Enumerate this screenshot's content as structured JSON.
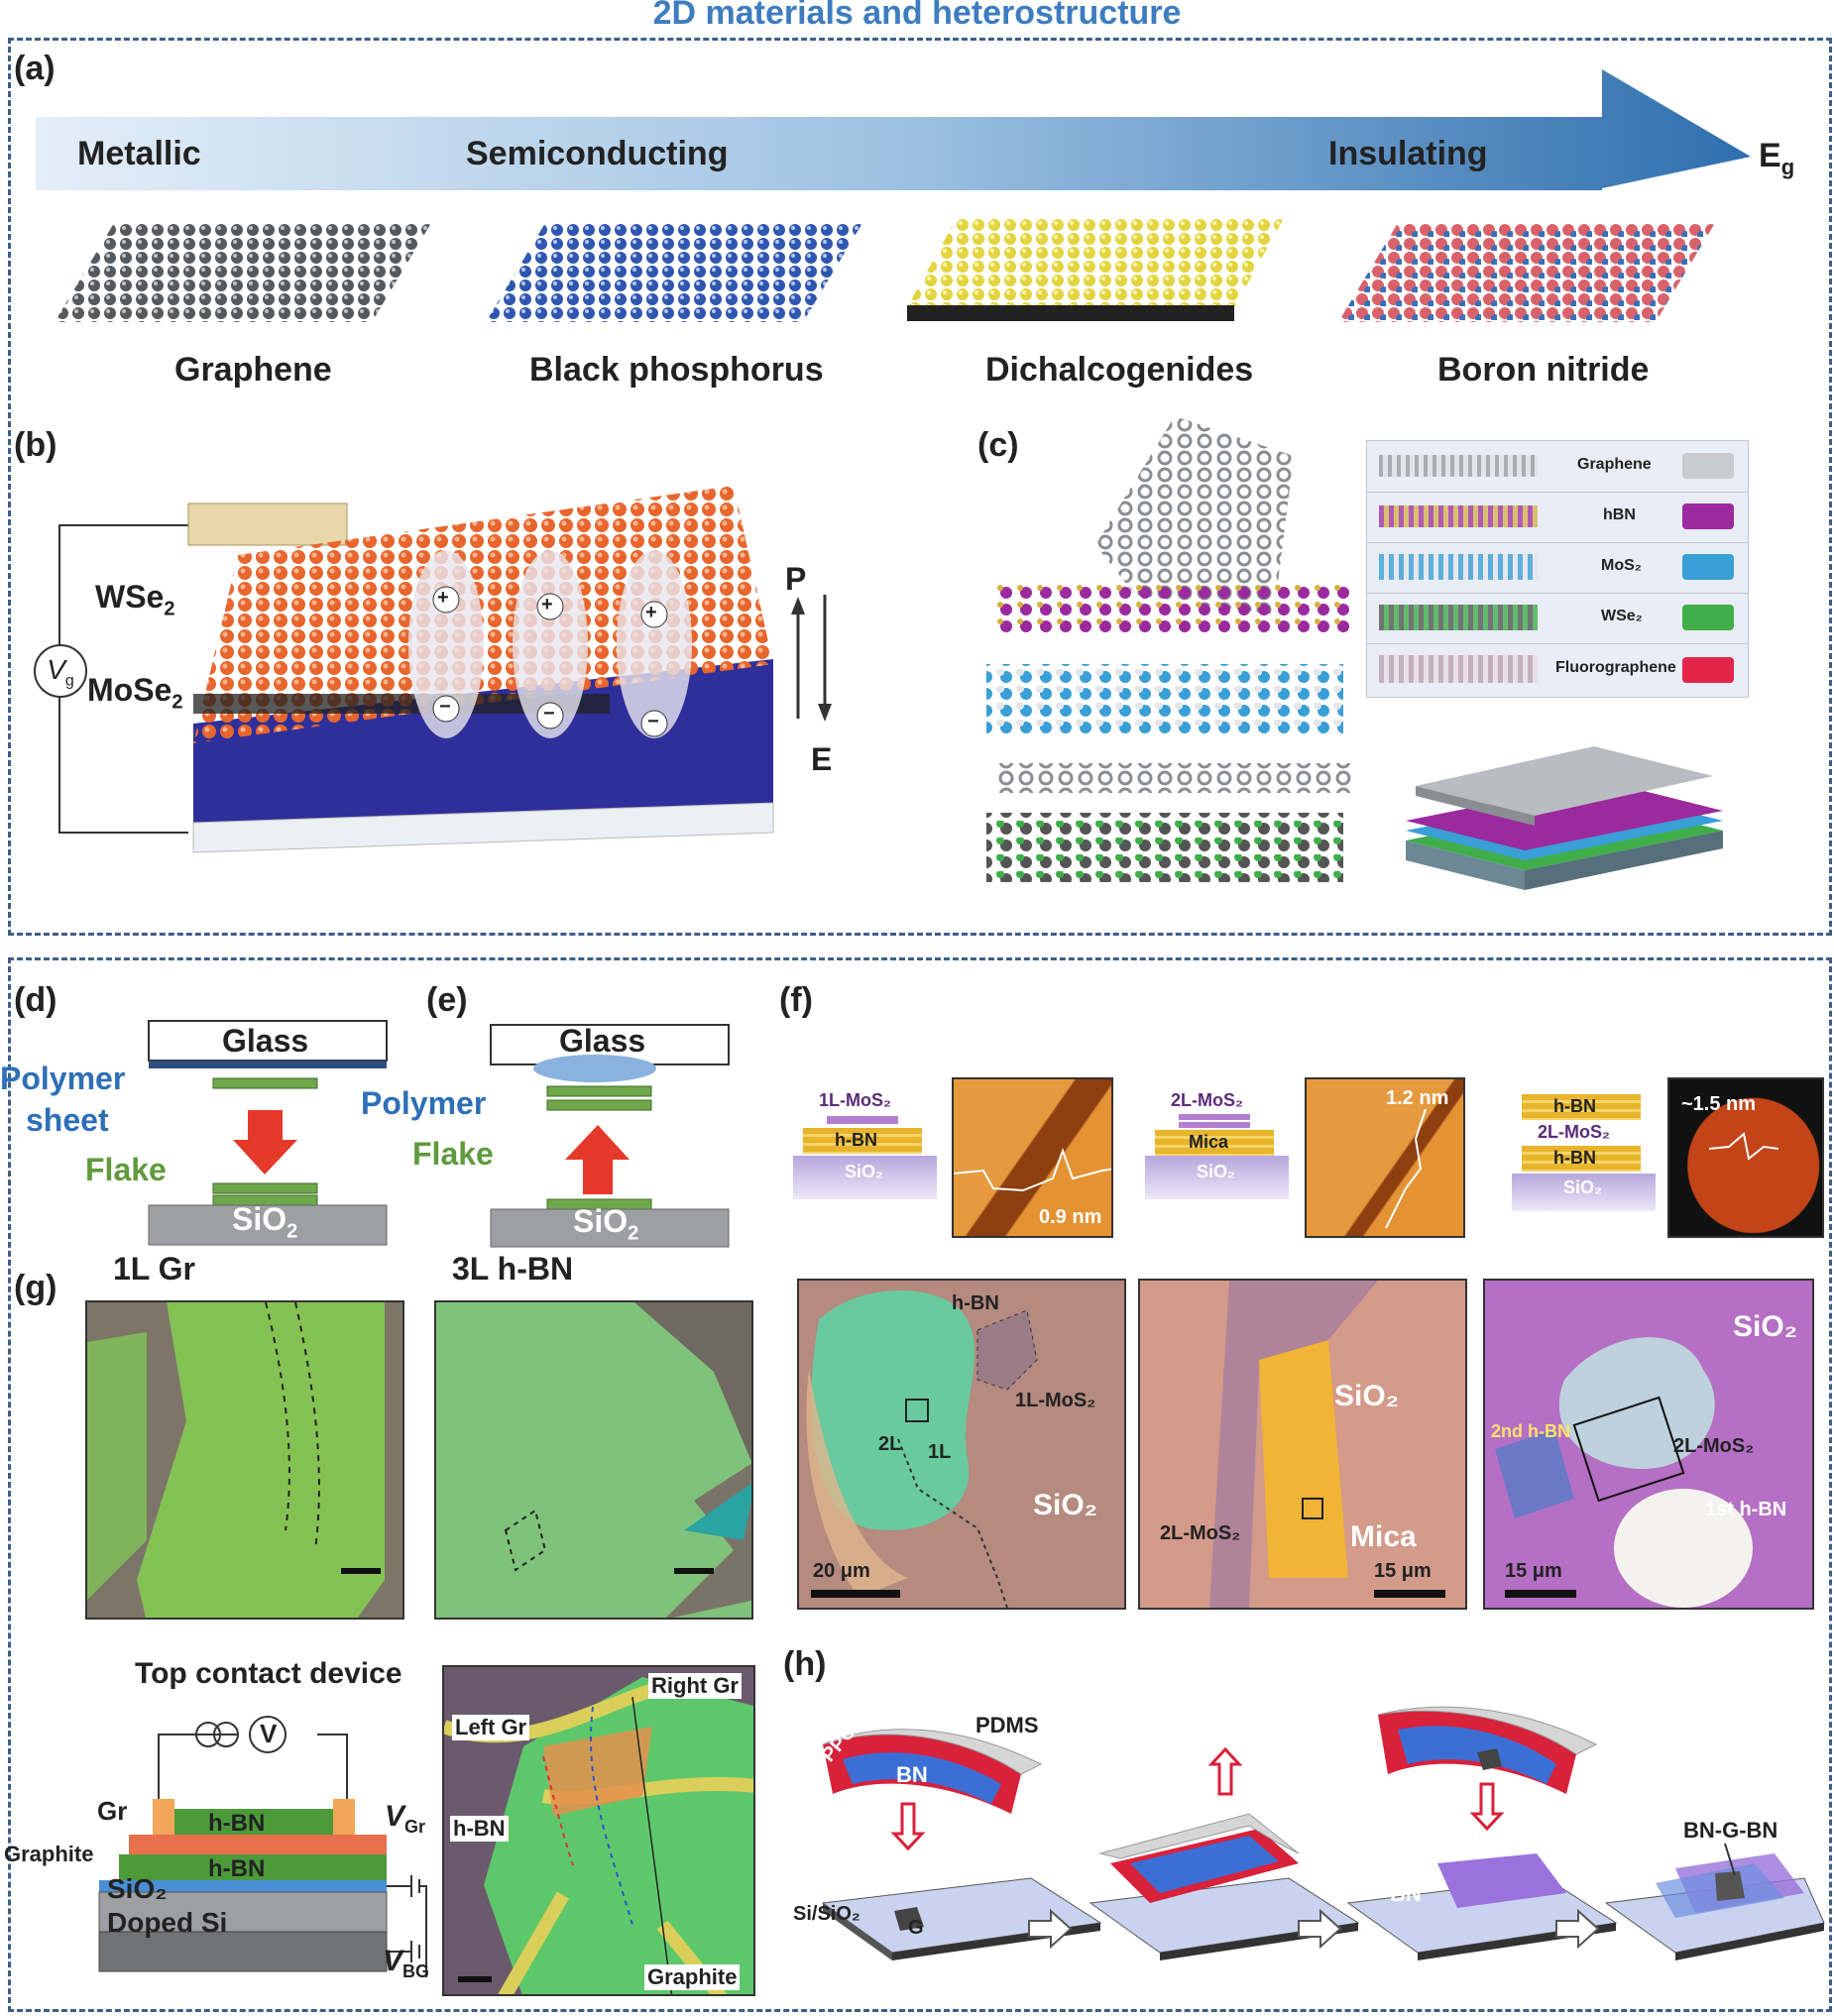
{
  "figure_title": "2D materials and heterostructure",
  "panel_labels": {
    "a": "(a)",
    "b": "(b)",
    "c": "(c)",
    "d": "(d)",
    "e": "(e)",
    "f": "(f)",
    "g": "(g)",
    "h": "(h)"
  },
  "panel_a": {
    "arrow_labels": [
      "Metallic",
      "Semiconducting",
      "Insulating"
    ],
    "energy_label": "E",
    "energy_sub": "g",
    "materials": [
      "Graphene",
      "Black phosphorus",
      "Dichalcogenides",
      "Boron nitride"
    ],
    "material_colors": [
      "#555a5e",
      "#2f56b0",
      "#e3d440",
      "#d9626a"
    ]
  },
  "panel_b": {
    "wse2": "WSe",
    "wse2_sub": "2",
    "mose2": "MoSe",
    "mose2_sub": "2",
    "vg": "V",
    "vg_sub": "g",
    "p": "P",
    "e": "E",
    "plus": "+",
    "minus": "−"
  },
  "panel_c": {
    "legend": [
      {
        "label": "Graphene",
        "color": "#c9cbd0"
      },
      {
        "label": "hBN",
        "color": "#9b2a9e"
      },
      {
        "label": "MoS₂",
        "color": "#3a9fd6"
      },
      {
        "label": "WSe₂",
        "color": "#3fae4a"
      },
      {
        "label": "Fluorographene",
        "color": "#e3254a"
      }
    ]
  },
  "panel_d": {
    "glass": "Glass",
    "polymer": "Polymer",
    "sheet": "sheet",
    "flake": "Flake",
    "substrate": "SiO",
    "sub": "2"
  },
  "panel_e": {
    "glass": "Glass",
    "polymer": "Polymer",
    "flake": "Flake",
    "substrate": "SiO",
    "sub": "2"
  },
  "panel_f": {
    "stacks": [
      {
        "layers": [
          "1L-MoS₂",
          "h-BN",
          "SiO₂"
        ],
        "afm": "0.9 nm"
      },
      {
        "layers": [
          "2L-MoS₂",
          "Mica",
          "SiO₂"
        ],
        "afm": "1.2 nm"
      },
      {
        "layers": [
          "h-BN",
          "2L-MoS₂",
          "h-BN",
          "SiO₂"
        ],
        "afm": "~1.5 nm"
      }
    ],
    "micro1": {
      "hbn": "h-BN",
      "mos2": "1L-MoS₂",
      "l2": "2L",
      "l1": "1L",
      "sio2": "SiO₂",
      "scale": "20 μm"
    },
    "micro2": {
      "sio2": "SiO₂",
      "mos2": "2L-MoS₂",
      "mica": "Mica",
      "scale": "15 μm"
    },
    "micro3": {
      "sio2": "SiO₂",
      "hbn2": "2nd h-BN",
      "mos2": "2L-MoS₂",
      "hbn1": "1st h-BN",
      "scale": "15 μm"
    }
  },
  "panel_g": {
    "title1": "1L Gr",
    "title2": "3L h-BN",
    "device_title": "Top contact device",
    "layers": [
      "h-BN",
      "h-BN",
      "SiO₂",
      "Doped Si"
    ],
    "gr": "Gr",
    "graphite": "Graphite",
    "vgr": "V",
    "vgr_sub": "Gr",
    "vbg": "V",
    "vbg_sub": "BG",
    "v": "V",
    "photo_labels": {
      "right_gr": "Right Gr",
      "left_gr": "Left Gr",
      "hbn": "h-BN",
      "graphite": "Graphite"
    }
  },
  "panel_h": {
    "pdms": "PDMS",
    "ppc": "PPC",
    "bn": "BN",
    "si": "Si/SiO₂",
    "g": "G",
    "bn2": "BN",
    "bngbn": "BN-G-BN"
  }
}
